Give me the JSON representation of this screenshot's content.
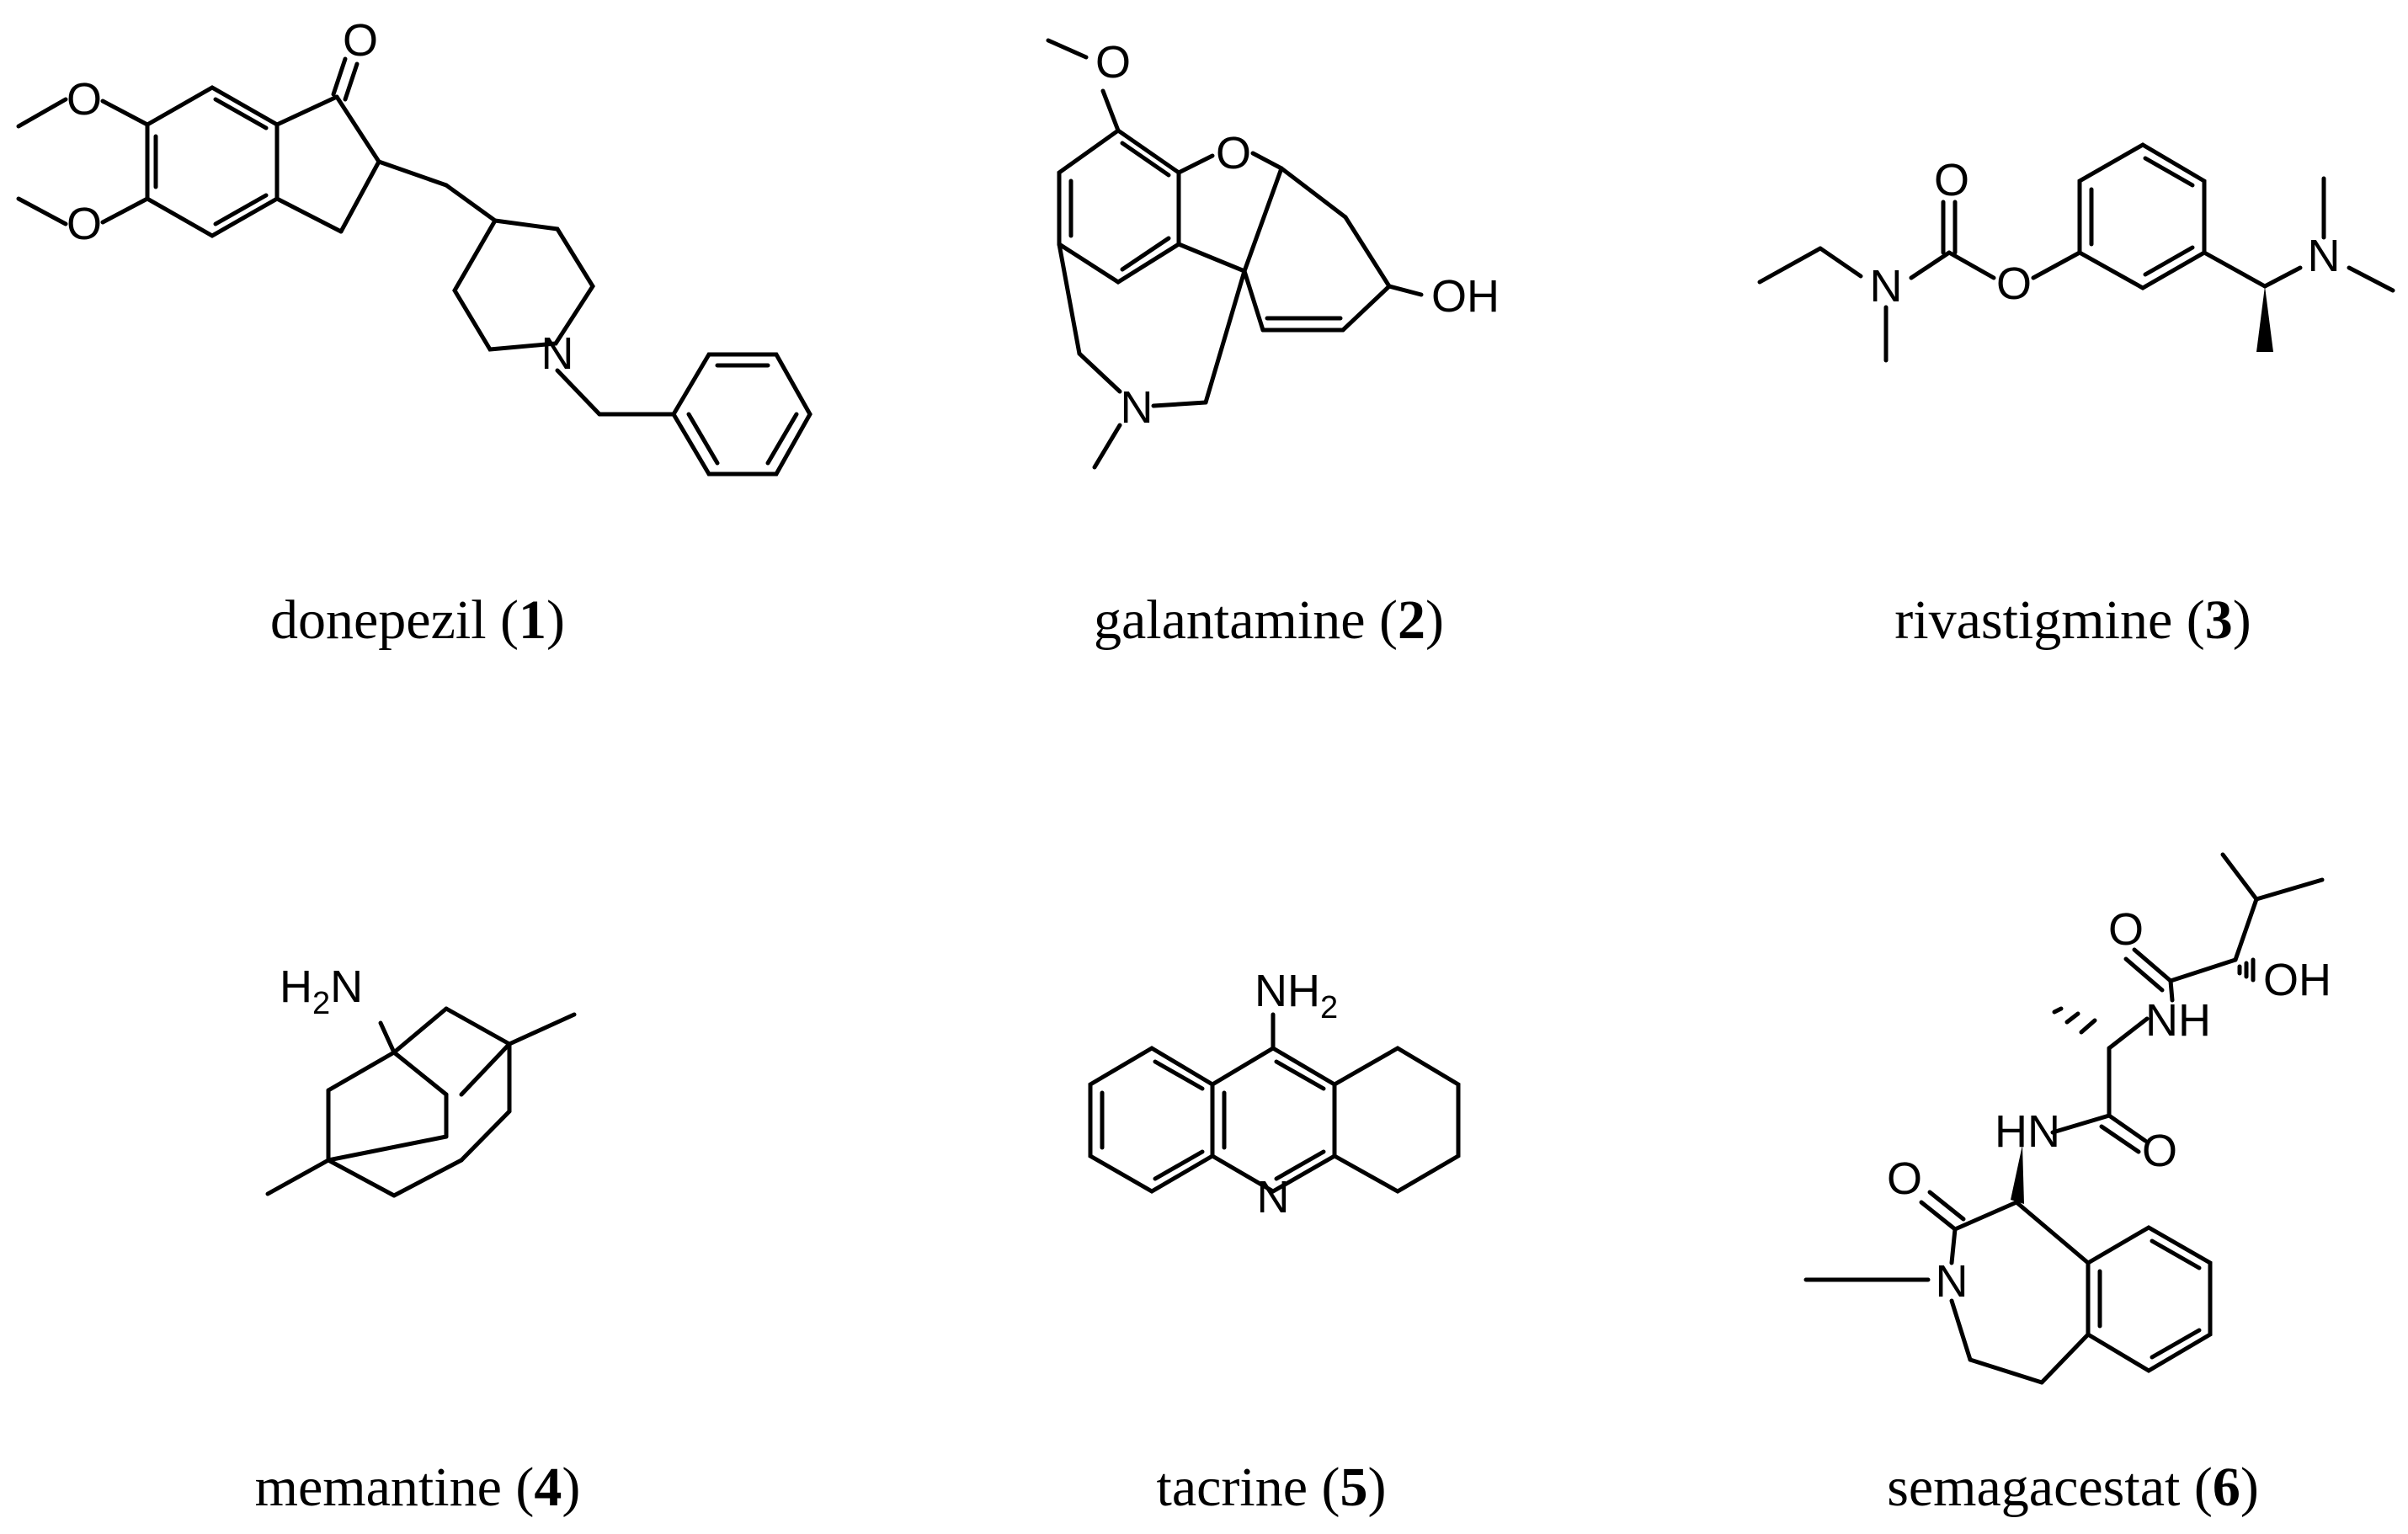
{
  "compounds": [
    {
      "name": "donepezil",
      "number": "1"
    },
    {
      "name": "galantamine",
      "number": "2"
    },
    {
      "name": "rivastigmine",
      "number": "3"
    },
    {
      "name": "memantine",
      "number": "4"
    },
    {
      "name": "tacrine",
      "number": "5"
    },
    {
      "name": "semagacestat",
      "number": "6"
    }
  ],
  "atoms": {
    "oxygen": "O",
    "nitrogen": "N",
    "hydroxyl": "OH",
    "amine_nh": "NH",
    "amine_hn": "HN",
    "h2n_h": "H",
    "h2n_n": "N",
    "nh2_nh": "NH",
    "subscript_2": "2"
  },
  "colors": {
    "ink": "#000000",
    "background": "#ffffff"
  }
}
